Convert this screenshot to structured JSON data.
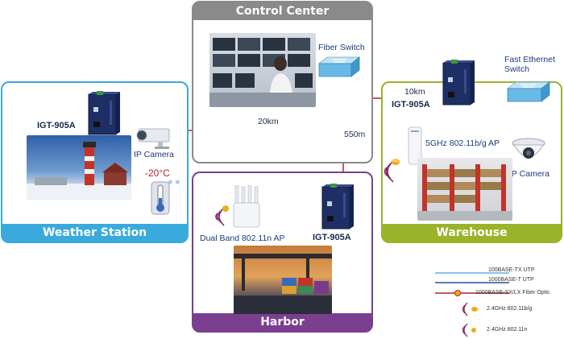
{
  "panels": {
    "control_center": "Control Center",
    "weather_station": "Weather Station",
    "harbor": "Harbor",
    "warehouse": "Warehouse"
  },
  "devices": {
    "igt_weather": "IGT-905A",
    "igt_harbor": "IGT-905A",
    "igt_warehouse": "IGT-905A",
    "fiber_switch": "Fiber Switch",
    "fast_ethernet_switch": "Fast Ethernet\nSwitch",
    "ip_camera_weather": "IP Camera",
    "ip_camera_warehouse": "IP Camera",
    "ap_5ghz": "5GHz 802.11b/g AP",
    "ap_dual": "Dual Band 802.11n AP"
  },
  "links": {
    "weather_distance": "20km",
    "harbor_distance": "550m",
    "warehouse_distance": "10km"
  },
  "weather": {
    "temperature": "-20°C"
  },
  "badges": {
    "wifi_bg": "b/g",
    "wifi_n": "n"
  },
  "legend": {
    "tx": "100BASE-TX UTP",
    "t": "1000BASE-T UTP",
    "fiber": "1000BASE-SX/LX Fiber Optic",
    "wifi_24_bg": "2.4GHz 802.11b/g",
    "wifi_24_n": "2.4GHz 802.11n"
  },
  "colors": {
    "control_center": "#8a8a8a",
    "weather_station": "#3aaadc",
    "harbor": "#7a3f8f",
    "warehouse": "#9ab32a",
    "fiber": "#b3232a",
    "utp_tx": "#5bb3e0",
    "utp_t": "#2a4a9a",
    "wifi": "#8a2a6a"
  }
}
